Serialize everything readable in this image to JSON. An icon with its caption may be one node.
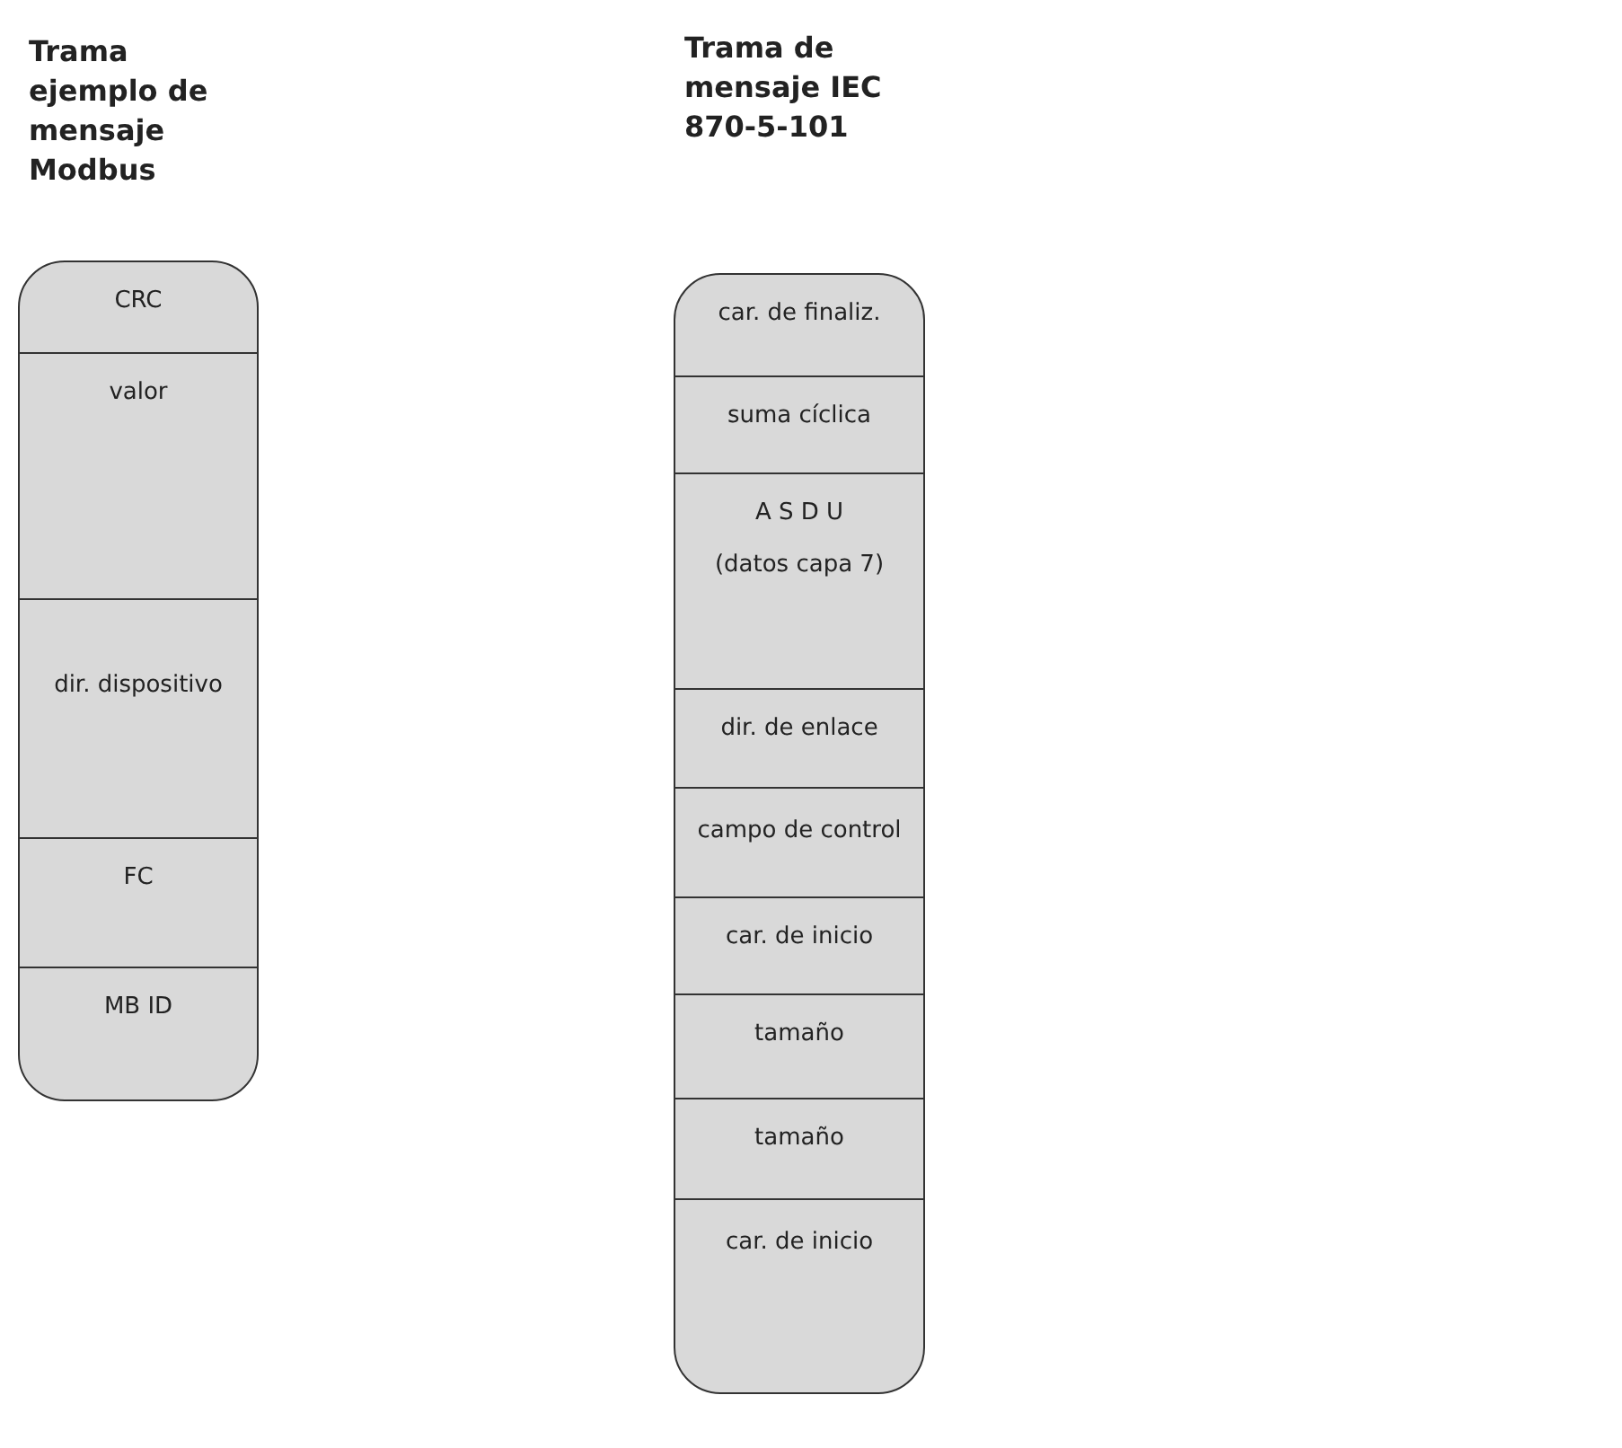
{
  "diagram": {
    "nodes": [
      {
        "text": [
          "Trama ejemplo de mensaje Modbus"
        ]
      },
      {
        "text": [
          "CRC"
        ],
        "in": 0
      },
      {
        "text": [
          "valor"
        ],
        "in": 0
      },
      {
        "text": [
          "dir. dispositivo"
        ],
        "in": 0
      },
      {
        "text": [
          "FC"
        ],
        "in": 0
      },
      {
        "text": [
          "MB ID"
        ],
        "in": 0
      },
      {
        "text": [
          "Trama de mensaje IEC 870-5-101"
        ]
      },
      {
        "text": [
          "car. de finaliz."
        ],
        "in": 6
      },
      {
        "text": [
          "suma cíclica"
        ],
        "in": 6
      },
      {
        "text": [
          "A S D U",
          "(datos capa 7)"
        ],
        "in": 6
      },
      {
        "text": [
          "dir. de enlace"
        ],
        "in": 6
      },
      {
        "text": [
          "campo de control"
        ],
        "in": 6
      },
      {
        "text": [
          "car. de inicio"
        ],
        "in": 6
      },
      {
        "text": [
          "tamaño"
        ],
        "in": 6
      },
      {
        "text": [
          "tamaño"
        ],
        "in": 6
      },
      {
        "text": [
          "car. de inicio"
        ],
        "in": 6
      }
    ],
    "edges": []
  }
}
